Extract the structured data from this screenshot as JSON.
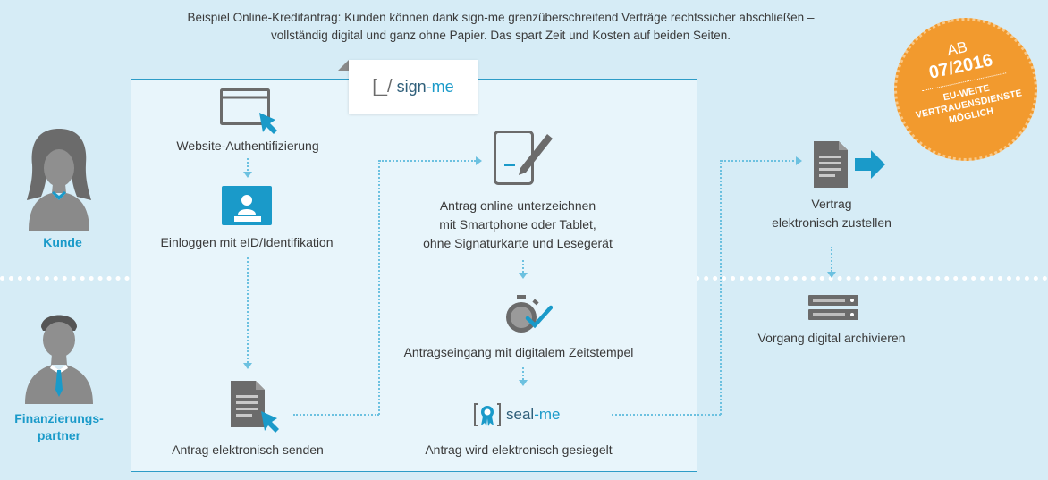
{
  "intro": {
    "line1": "Beispiel Online-Kreditantrag: Kunden können dank sign-me grenzüberschreitend Verträge rechtssicher abschließen –",
    "line2": "vollständig digital und ganz ohne Papier. Das spart Zeit und Kosten auf beiden Seiten."
  },
  "brand": {
    "bracket": "[_/",
    "sign": "sign",
    "me": "-me",
    "seal": "seal",
    "seal_me": "-me"
  },
  "roles": {
    "customer": "Kunde",
    "partner_line1": "Finanzierungs-",
    "partner_line2": "partner"
  },
  "steps": {
    "auth": "Website-Authentifizierung",
    "login": "Einloggen mit eID/Identifikation",
    "sign_line1": "Antrag online unterzeichnen",
    "sign_line2": "mit Smartphone oder Tablet,",
    "sign_line3": "ohne Signaturkarte und Lesegerät",
    "timestamp": "Antragseingang mit digitalem Zeitstempel",
    "seal": "Antrag wird elektronisch gesiegelt",
    "send": "Antrag elektronisch senden",
    "deliver_line1": "Vertrag",
    "deliver_line2": "elektronisch zustellen",
    "archive": "Vorgang digital archivieren"
  },
  "badge": {
    "line1": "AB",
    "line2": "07/2016",
    "line3": "EU-WEITE",
    "line4": "VERTRAUENSDIENSTE",
    "line5": "MÖGLICH"
  },
  "colors": {
    "accent": "#1a9ac9",
    "icon_gray": "#6b6b6b",
    "badge": "#f29a2e",
    "background": "#d6ecf6"
  }
}
